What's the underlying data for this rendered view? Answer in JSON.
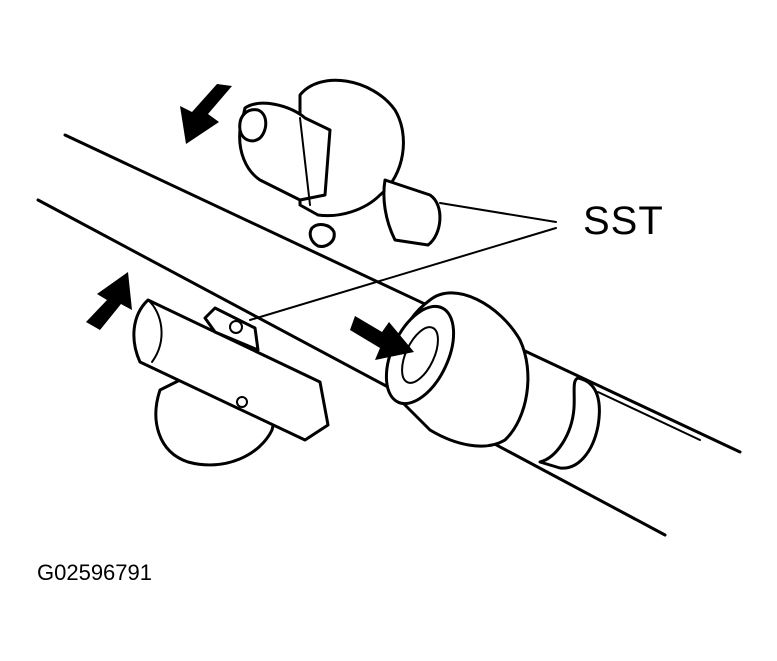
{
  "diagram": {
    "callout_label": "SST",
    "figure_id": "G02596791",
    "colors": {
      "ink": "#000000",
      "paper": "#ffffff"
    },
    "arrows": [
      "arrow-down-left",
      "arrow-up-right",
      "arrow-right-down"
    ]
  }
}
